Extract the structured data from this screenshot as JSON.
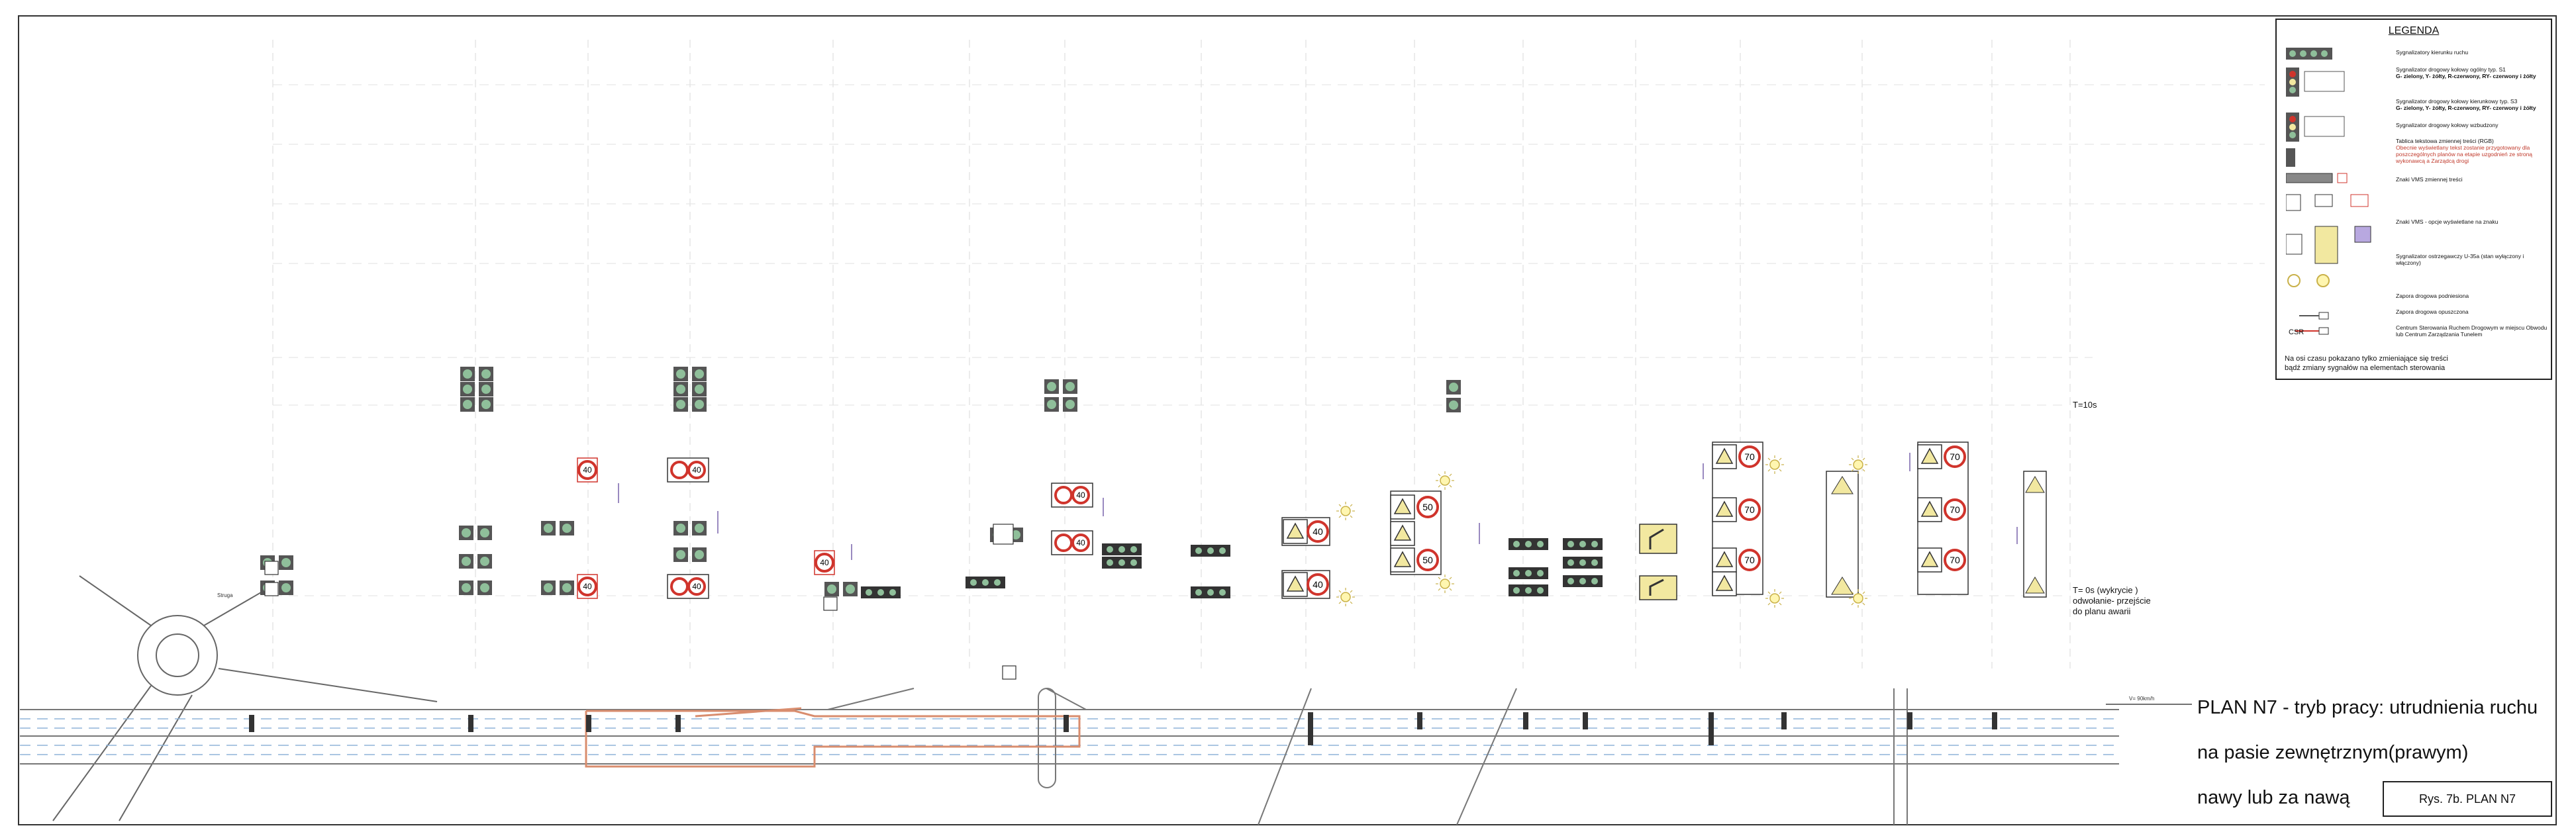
{
  "legend": {
    "title": "LEGENDA",
    "items": [
      {
        "text": "Sygnalizatory kierunku ruchu",
        "icon": "lane-signal-icon"
      },
      {
        "text": "Sygnalizator drogowy kołowy ogólny typ. S1",
        "sub": "G- zielony, Y- żółty, R-czerwony, RY- czerwony i żółty",
        "icon": "traffic-light-icon"
      },
      {
        "text": "Sygnalizator drogowy kołowy kierunkowy typ. S3",
        "sub": "G- zielony, Y- żółty, R-czerwony, RY- czerwony i żółty",
        "icon": "directional-light-icon"
      },
      {
        "text": "Sygnalizator drogowy kołowy wzbudzony",
        "icon": "single-light-icon"
      },
      {
        "text": "Tablica tekstowa zmiennej treści (RGB)",
        "sub": "Obecnie wyświetlany tekst zostanie przygotowany dla poszczególnych planów na etapie uzgodnień ze stroną wykonawcą a Zarządcą drogi",
        "icon": "text-board-icon"
      },
      {
        "text": "Znaki VMS zmiennej treści",
        "icon": "vms-sign-icon"
      },
      {
        "text": "Znaki VMS - opcje wyświetlane na znaku",
        "icon": "vms-options-icon"
      },
      {
        "text": "Sygnalizator ostrzegawczy U-35a (stan wyłączony i włączony)",
        "icon": "warning-beacon-icon"
      },
      {
        "text": "Zapora drogowa podniesiona",
        "icon": "barrier-up-icon"
      },
      {
        "text": "Zapora drogowa opuszczona",
        "icon": "barrier-down-icon"
      },
      {
        "text": "Centrum Sterowania Ruchem Drogowym w miejscu Obwodu lub Centrum Zarządzania Tunelem",
        "icon": "csr-icon"
      }
    ],
    "csr_label": "CSR",
    "note_line1": "Na osi czasu pokazano tylko zmieniające się treści",
    "note_line2": "bądź zmiany sygnałów na elementach sterowania"
  },
  "plan": {
    "title_line1": "PLAN N7 - tryb pracy: utrudnienia ruchu",
    "title_line2": "na pasie zewnętrznym(prawym)",
    "title_line3": "nawy lub za nawą",
    "figure_label": "Rys. 7b. PLAN N7"
  },
  "timeline": {
    "t10_label": "T=10s",
    "t0_label": "T= 0s  (wykrycie )\nodwołanie- przejście\ndo planu awarii"
  },
  "road": {
    "speed_label": "V",
    "speed_value": "= 90km/h",
    "roundabout_label": "Struga"
  },
  "speed_signs": {
    "limit_40": "40",
    "limit_50": "50",
    "limit_70": "70"
  },
  "colors": {
    "sign_red": "#d0342c",
    "sign_yellow": "#f2e8a0",
    "lane_blue": "#8fb4d8",
    "closure_orange": "#d98d6e",
    "light_green": "#8fbf9a",
    "text_purple": "#7b5ea7"
  }
}
